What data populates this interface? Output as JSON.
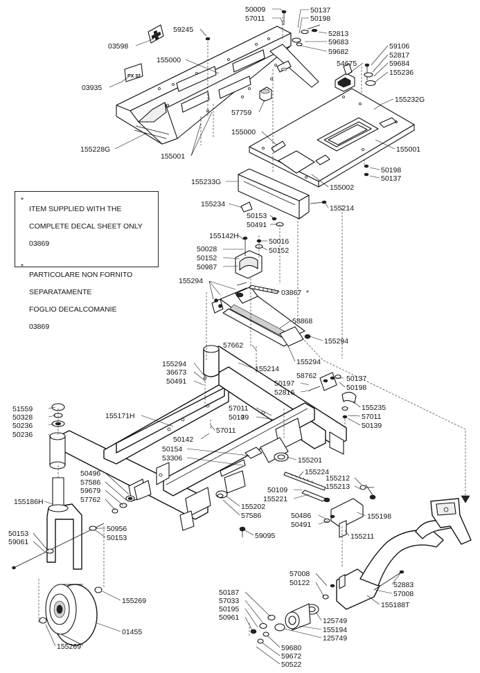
{
  "notes": [
    {
      "marker": "*",
      "lines": [
        "ITEM SUPPLIED WITH THE",
        "COMPLETE DECAL SHEET ONLY",
        "03869"
      ]
    },
    {
      "marker": "*",
      "lines": [
        "PARTICOLARE NON FORNITO",
        "SEPARATAMENTE",
        "FOGLIO DECALCOMANIE",
        "03869"
      ]
    }
  ],
  "decals": [
    "PX 32"
  ],
  "labels": {
    "l50009": "50009",
    "l57011a": "57011",
    "l50137a": "50137",
    "l50198a": "50198",
    "l52813": "52813",
    "l59683": "59683",
    "l59682": "59682",
    "l59245": "59245",
    "l03598": "03598",
    "l155000a": "155000",
    "l03935": "03935",
    "l59106": "59106",
    "l52817": "52817",
    "l59684": "59684",
    "l155236": "155236",
    "l54675": "54675",
    "l155232G": "155232G",
    "l57759": "57759",
    "l155000b": "155000",
    "l155001b": "155001",
    "l155228G": "155228G",
    "l155001a": "155001",
    "l50198b": "50198",
    "l50137b": "50137",
    "l155233G": "155233G",
    "l155002": "155002",
    "l155234": "155234",
    "l155214a": "155214",
    "l50153a": "50153",
    "l50491a": "50491",
    "l155142H": "155142H",
    "l50016": "50016",
    "l50028": "50028",
    "l50152a": "50152",
    "l50152b": "50152",
    "l50987": "50987",
    "l155294a": "155294",
    "l03867": "03867",
    "l03867star": "*",
    "l58868": "58868",
    "l155294b": "155294",
    "l57662": "57662",
    "l155294c": "155294",
    "l155294d": "155294",
    "l155214b": "155214",
    "l36673": "36673",
    "l50491b": "50491",
    "l58762": "58762",
    "l50137c": "50137",
    "l50197": "50197",
    "l50198c": "50198",
    "l52816": "52816",
    "l155235": "155235",
    "l51559": "51559",
    "l50328": "50328",
    "l50236a": "50236",
    "l50236b": "50236",
    "l155171H": "155171H",
    "l57011b": "57011",
    "l50139a": "50139",
    "l57011c": "57011",
    "l57011d": "57011",
    "l50139b": "50139",
    "l50142": "50142",
    "l50154": "50154",
    "l53306": "53306",
    "l155201": "155201",
    "l155224": "155224",
    "l50496": "50496",
    "l57586a": "57586",
    "l59679": "59679",
    "l57762": "57762",
    "l155212": "155212",
    "l155213": "155213",
    "l50109": "50109",
    "l155221": "155221",
    "l155202": "155202",
    "l57586b": "57586",
    "l155186H": "155186H",
    "l50486": "50486",
    "l50491c": "50491",
    "l155198": "155198",
    "l155211": "155211",
    "l50956": "50956",
    "l50153b": "50153",
    "l50153c": "50153",
    "l59061": "59061",
    "l59095": "59095",
    "l57008a": "57008",
    "l50122": "50122",
    "l52883": "52883",
    "l57008b": "57008",
    "l155188T": "155188T",
    "l155269a": "155269",
    "l50187": "50187",
    "l57033": "57033",
    "l50195": "50195",
    "l50961": "50961",
    "l125749a": "125749",
    "l155194": "155194",
    "l125749b": "125749",
    "l01455": "01455",
    "l155269b": "155269",
    "l59680": "59680",
    "l59672": "59672",
    "l50522": "50522"
  }
}
